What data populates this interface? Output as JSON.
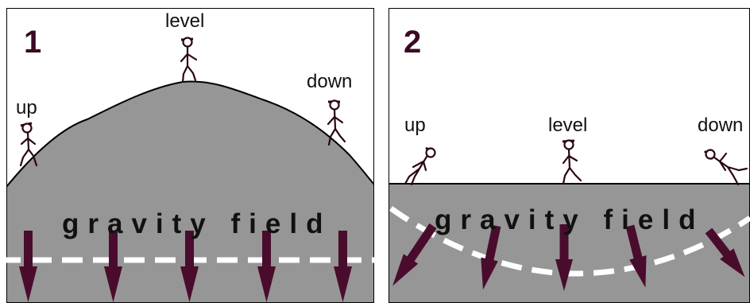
{
  "colors": {
    "ground": "#969696",
    "arrow": "#4a0c2c",
    "dashed_line": "#ffffff",
    "stick_figure": "#2a0616",
    "frame": "#000000"
  },
  "panels": [
    {
      "number": "1",
      "field_label": "gravity field",
      "walkers": [
        {
          "label": "up"
        },
        {
          "label": "level"
        },
        {
          "label": "down"
        }
      ]
    },
    {
      "number": "2",
      "field_label": "gravity field",
      "walkers": [
        {
          "label": "up"
        },
        {
          "label": "level"
        },
        {
          "label": "down"
        }
      ]
    }
  ]
}
